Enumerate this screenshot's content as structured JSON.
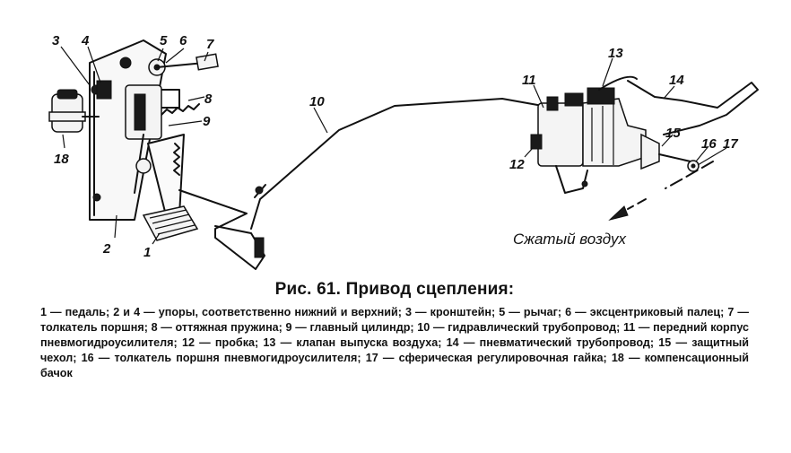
{
  "figure": {
    "part_labels": [
      "1",
      "2",
      "3",
      "4",
      "5",
      "6",
      "7",
      "8",
      "9",
      "10",
      "11",
      "12",
      "13",
      "14",
      "15",
      "16",
      "17",
      "18"
    ],
    "annotation": "Сжатый воздух"
  },
  "caption": {
    "title": "Рис. 61. Привод сцепления:",
    "legend": [
      "1 — педаль;",
      "2 и 4 — упоры, соответственно нижний и верхний;",
      "3 — кронштейн;",
      "5 — рычаг;",
      "6 — эксцентриковый палец;",
      "7 — толкатель поршня;",
      "8 — оттяжная пружина;",
      "9 — главный цилиндр;",
      "10 — гидравлический трубопровод;",
      "11 — передний корпус пневмогидроусилителя;",
      "12 — пробка;",
      "13 — клапан выпуска воздуха;",
      "14 — пневматический трубопровод;",
      "15 — защитный чехол;",
      "16 — толкатель поршня пневмогидроусилителя;",
      "17 — сферическая регулировочная гайка;",
      "18 — компенсационный бачок"
    ]
  }
}
